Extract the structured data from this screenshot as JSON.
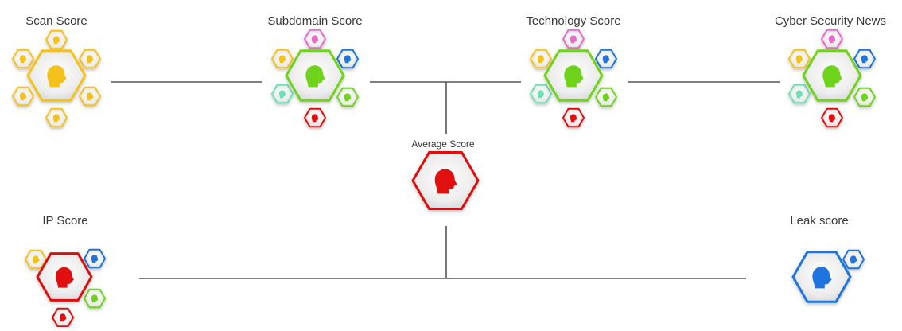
{
  "colors": {
    "yellow": "#f5c21b",
    "green": "#6fd31c",
    "red": "#e01010",
    "blue": "#1f74e0",
    "pink": "#e86ac9",
    "mint": "#6fe0b4",
    "connector": "#555555"
  },
  "nodes": {
    "scan": {
      "label": "Scan Score",
      "center_color": "yellow",
      "satellites": [
        "yellow",
        "yellow",
        "yellow",
        "yellow",
        "yellow",
        "yellow"
      ]
    },
    "subdomain": {
      "label": "Subdomain Score",
      "center_color": "green",
      "satellites": [
        "pink",
        "blue",
        "green",
        "red",
        "mint",
        "yellow"
      ]
    },
    "technology": {
      "label": "Technology Score",
      "center_color": "green",
      "satellites": [
        "pink",
        "blue",
        "green",
        "red",
        "mint",
        "yellow"
      ]
    },
    "cyber_news": {
      "label": "Cyber Security News",
      "center_color": "green",
      "satellites": [
        "pink",
        "blue",
        "green",
        "red",
        "mint",
        "yellow"
      ]
    },
    "average": {
      "label": "Average Score",
      "center_color": "red",
      "satellites": []
    },
    "ip": {
      "label": "IP Score",
      "center_color": "red",
      "satellites": [
        "blue",
        "green",
        "red",
        "yellow"
      ]
    },
    "leak": {
      "label": "Leak score",
      "center_color": "blue",
      "satellites": [
        "blue"
      ]
    }
  }
}
